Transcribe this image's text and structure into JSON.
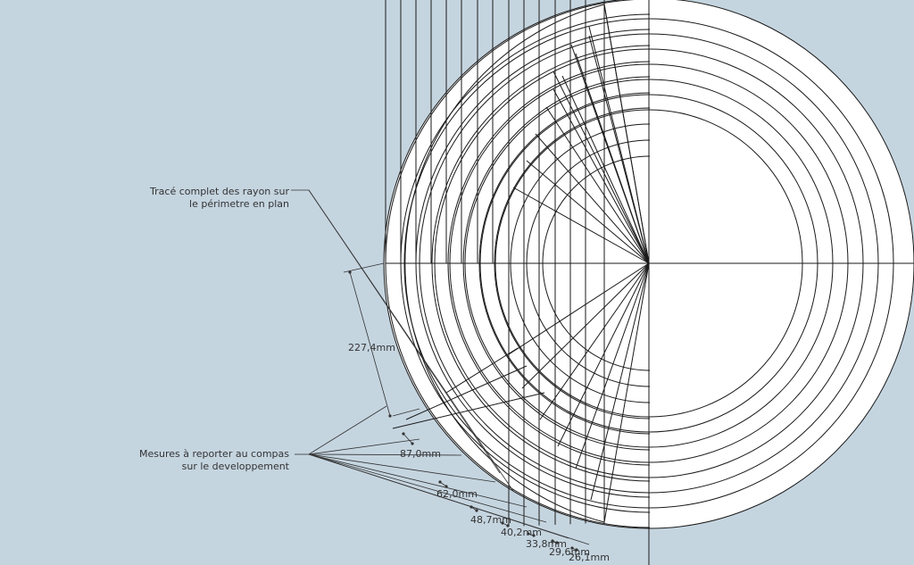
{
  "annotations": {
    "rays_note": {
      "line1": "Tracé complet des rayon sur",
      "line2": "le périmetre en plan"
    },
    "compass_note": {
      "line1": "Mesures à reporter au compas",
      "line2": "sur le developpement"
    }
  },
  "dimensions": [
    {
      "label": "227,4mm"
    },
    {
      "label": "87,0mm"
    },
    {
      "label": "62,0mm"
    },
    {
      "label": "48,7mm"
    },
    {
      "label": "40,2mm"
    },
    {
      "label": "33,8mm"
    },
    {
      "label": "29,6mm"
    },
    {
      "label": "26,1mm"
    }
  ],
  "colors": {
    "background": "#c5d5e0",
    "paper": "#ffffff",
    "line": "#1a1a1a",
    "text": "#333333"
  }
}
